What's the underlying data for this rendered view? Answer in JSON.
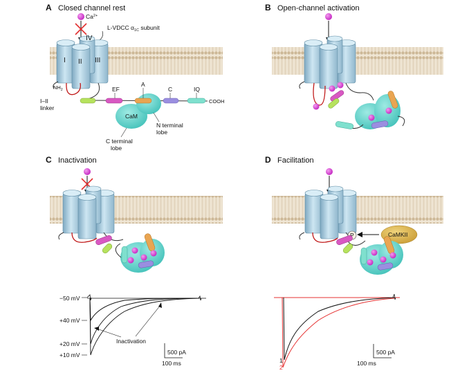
{
  "panels": {
    "A": {
      "letter": "A",
      "title": "Closed channel rest"
    },
    "B": {
      "letter": "B",
      "title": "Open-channel activation"
    },
    "C": {
      "letter": "C",
      "title": "Inactivation"
    },
    "D": {
      "letter": "D",
      "title": "Facilitation"
    }
  },
  "labels": {
    "ca": "Ca",
    "ca_sup": "2+",
    "subunit_pre": "L-VDCC α",
    "subunit_sub": "1C",
    "subunit_post": " subunit",
    "domains": [
      "I",
      "II",
      "III",
      "IV"
    ],
    "nh2": "NH",
    "nh2_sub": "2",
    "linker_1": "I–II",
    "linker_2": "linker",
    "motifs": [
      "EF",
      "A",
      "C",
      "IQ"
    ],
    "cooh": "COOH",
    "cam": "CaM",
    "n_terminal": [
      "N terminal",
      "lobe"
    ],
    "c_terminal": [
      "C terminal",
      "lobe"
    ],
    "phospho": "P",
    "camkii": "CaMKII"
  },
  "traces": {
    "voltages": [
      "−50 mV",
      "+40 mV",
      "+20 mV",
      "+10 mV"
    ],
    "inactivation": "Inactivation",
    "scale_current": "500 pA",
    "scale_time": "100 ms",
    "trace_labels": [
      "1",
      "2"
    ]
  },
  "colors": {
    "membrane": "#d8c8ae",
    "channel": "#a9cde0",
    "cam": "#5ccfc7",
    "ca_ion": "#d63cd1",
    "block": "#e23030",
    "linker": "#c01818",
    "ef_motif": "#d858c2",
    "a_motif": "#e9a552",
    "c_motif": "#9a8ee0",
    "iq_motif": "#7fe0ce",
    "green_motif": "#b6e25d",
    "camkii": "#dbb54e",
    "trace_red": "#e53030"
  }
}
